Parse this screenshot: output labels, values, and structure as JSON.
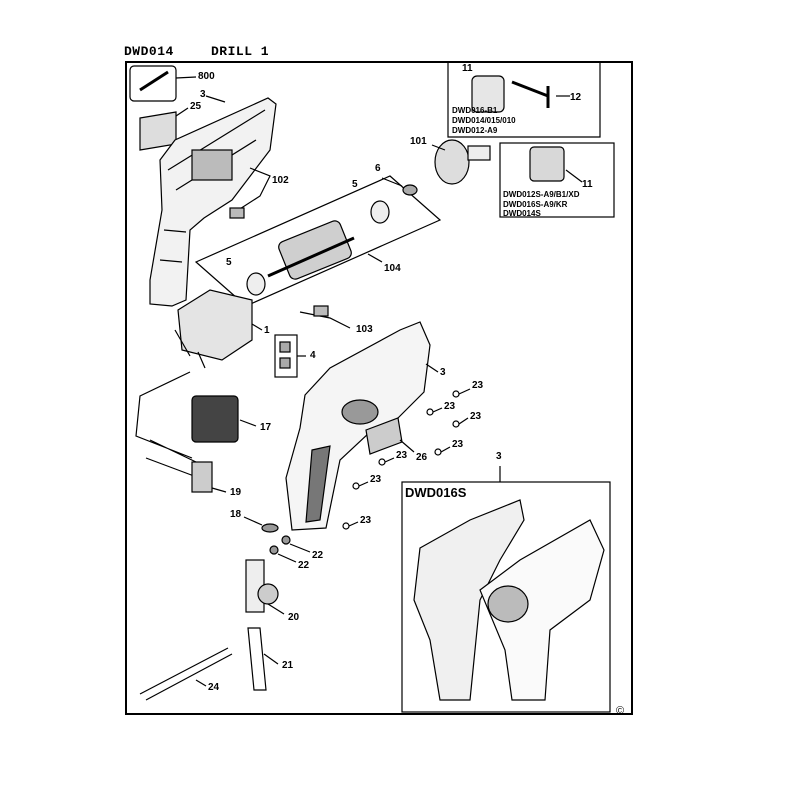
{
  "header": {
    "model": "DWD014",
    "title": "DRILL 1"
  },
  "variants": {
    "chuck_keyed": [
      "DWD016-B1",
      "DWD014/015/010",
      "DWD012-A9"
    ],
    "chuck_keyless": [
      "DWD012S-A9/B1/XD",
      "DWD016S-A9/KR",
      "DWD014S"
    ]
  },
  "inset": {
    "title": "DWD016S"
  },
  "copyright": "©",
  "callouts": {
    "c800": "800",
    "c3a": "3",
    "c25": "25",
    "c11a": "11",
    "c12": "12",
    "c101": "101",
    "c6": "6",
    "c11b": "11",
    "c102": "102",
    "c5a": "5",
    "c5b": "5",
    "c104": "104",
    "c1": "1",
    "c103": "103",
    "c4": "4",
    "c3b": "3",
    "c23a": "23",
    "c23b": "23",
    "c23c": "23",
    "c23d": "23",
    "c23e": "23",
    "c23f": "23",
    "c23g": "23",
    "c26": "26",
    "c17": "17",
    "c19": "19",
    "c18": "18",
    "c22a": "22",
    "c22b": "22",
    "c20": "20",
    "c21": "21",
    "c24": "24",
    "c3c": "3"
  }
}
